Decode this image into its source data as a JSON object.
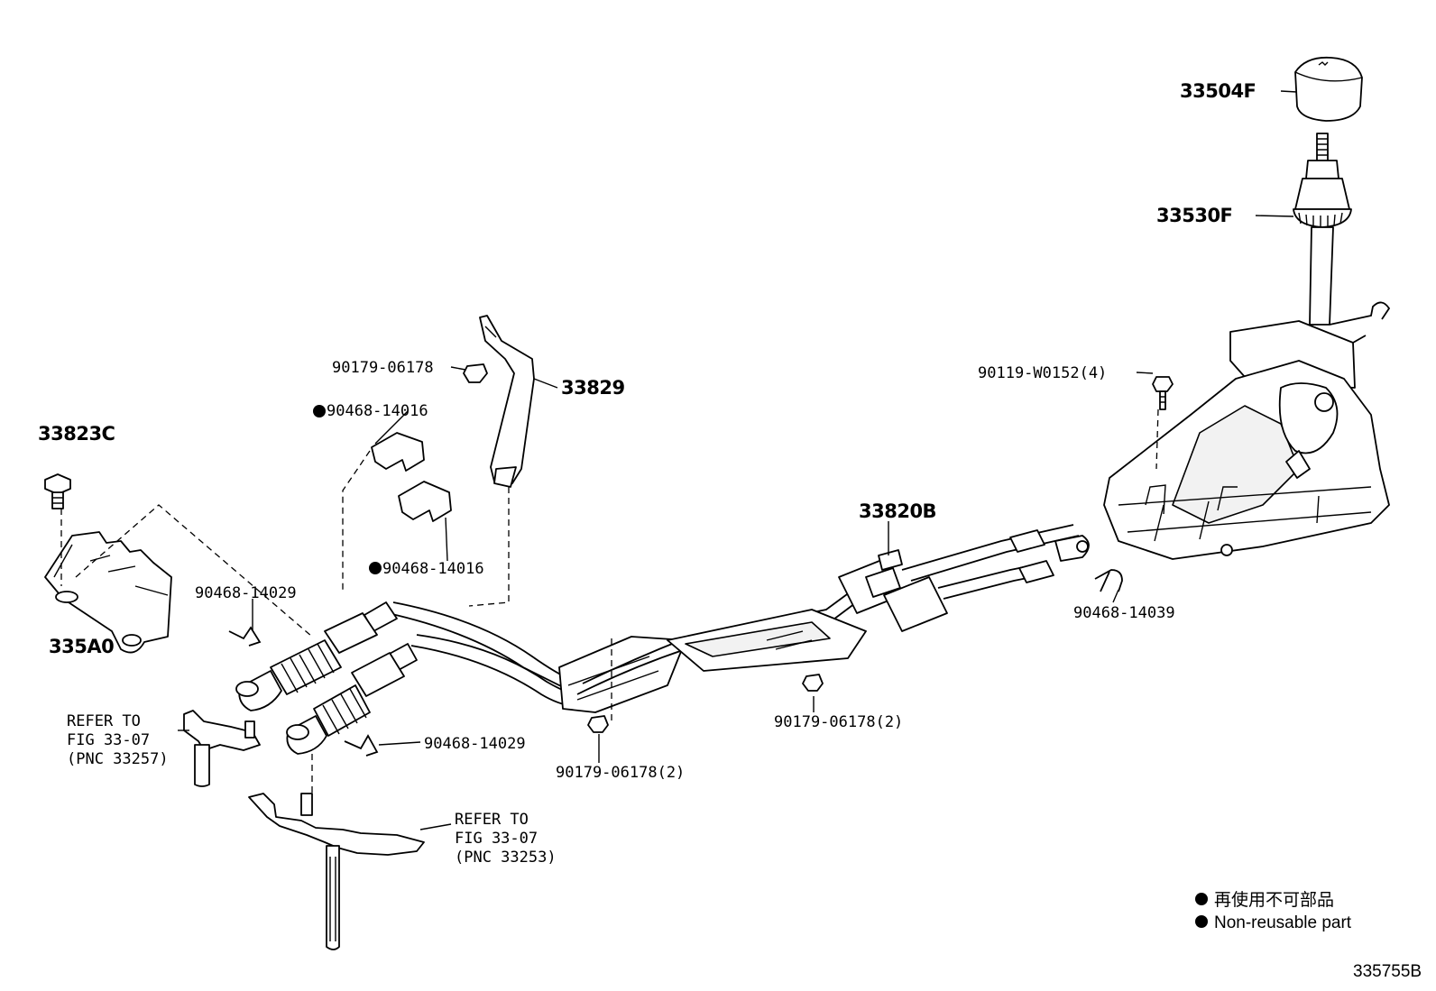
{
  "labels": {
    "p33504F": "33504F",
    "p33530F": "33530F",
    "p90119": "90119-W0152(4)",
    "p33829": "33829",
    "p90179_top": "90179-06178",
    "p90468_a": "90468-14016",
    "p90468_b": "90468-14016",
    "p33823C": "33823C",
    "p335A0": "335A0",
    "p90468_14029_a": "90468-14029",
    "p90468_14029_b": "90468-14029",
    "p33820B": "33820B",
    "p90468_14039": "90468-14039",
    "p90179_mid": "90179-06178(2)",
    "p90179_low": "90179-06178(2)"
  },
  "refer_left": {
    "line1": "REFER TO",
    "line2": "FIG 33-07",
    "line3": "(PNC 33257)"
  },
  "refer_bottom": {
    "line1": "REFER TO",
    "line2": "FIG 33-07",
    "line3": "(PNC 33253)"
  },
  "legend": {
    "jp": "再使用不可部品",
    "en": "Non-reusable part"
  },
  "code": "335755B"
}
